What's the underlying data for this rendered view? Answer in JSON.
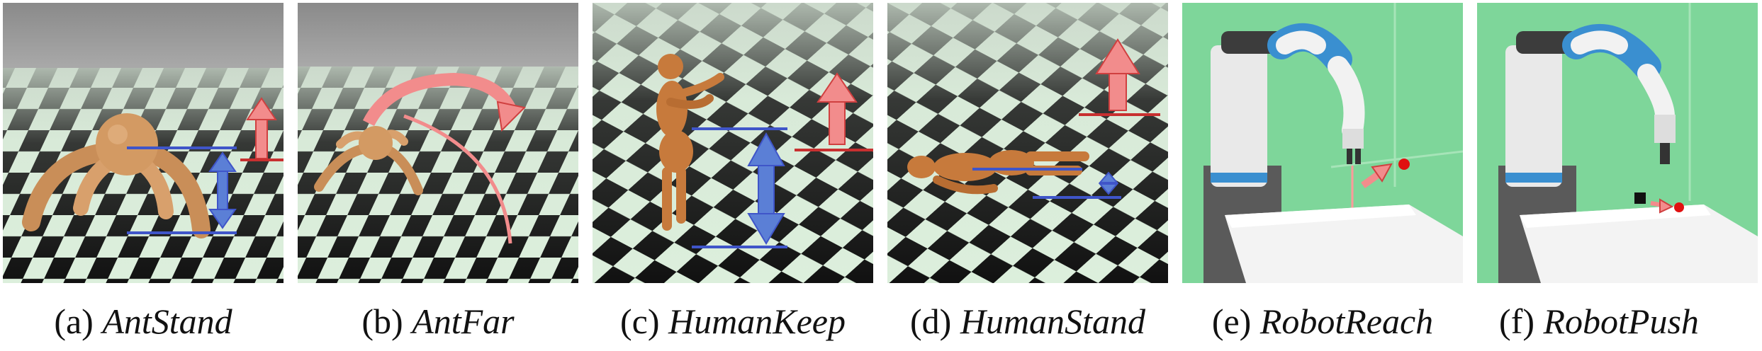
{
  "figure": {
    "panels": [
      {
        "id": "a",
        "label": "(a)",
        "name": "AntStand"
      },
      {
        "id": "b",
        "label": "(b)",
        "name": "AntFar"
      },
      {
        "id": "c",
        "label": "(c)",
        "name": "HumanKeep"
      },
      {
        "id": "d",
        "label": "(d)",
        "name": "HumanStand"
      },
      {
        "id": "e",
        "label": "(e)",
        "name": "RobotReach"
      },
      {
        "id": "f",
        "label": "(f)",
        "name": "RobotPush"
      }
    ]
  },
  "colors": {
    "sky": "#8c8c8c",
    "checker_light": "#dcefdc",
    "checker_dark": "#111111",
    "body": "#d39a63",
    "humanoid": "#c77a3c",
    "arrow_red": "#f28c8c",
    "arrow_blue": "#5b7fd6",
    "robot_bg": "#7ed69a",
    "robot_white": "#f2f2f2",
    "robot_blue": "#3a8fd0",
    "target_red": "#e01010"
  }
}
